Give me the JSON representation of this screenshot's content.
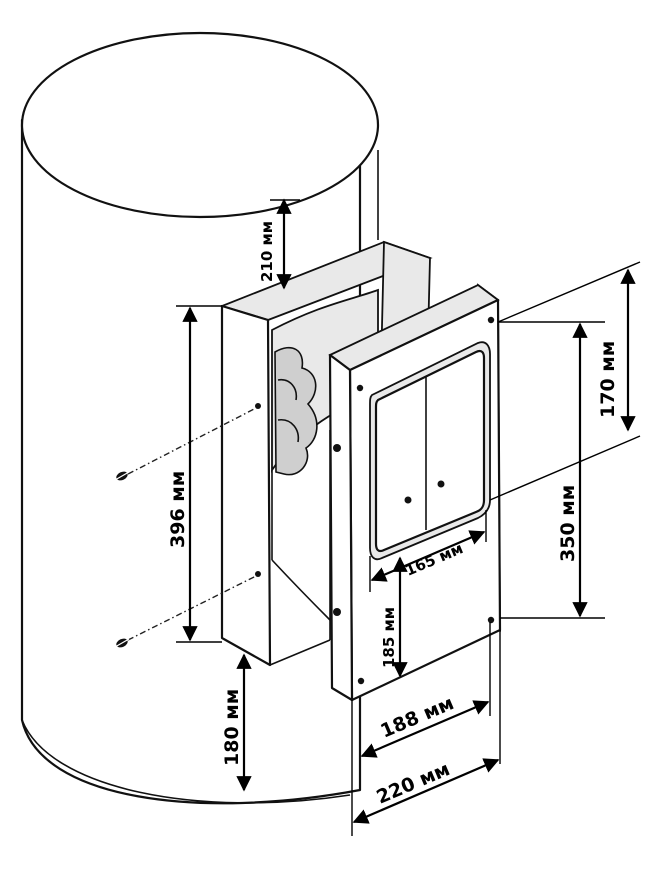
{
  "dimensions": {
    "pipe_offset": "210 мм",
    "bracket_height": "396 мм",
    "wall_to_bracket": "180 мм",
    "panel_upper": "170 мм",
    "panel_height": "350 мм",
    "window_width": "165 мм",
    "window_bottom": "185 мм",
    "panel_inner_width": "188 мм",
    "panel_width": "220 мм"
  }
}
